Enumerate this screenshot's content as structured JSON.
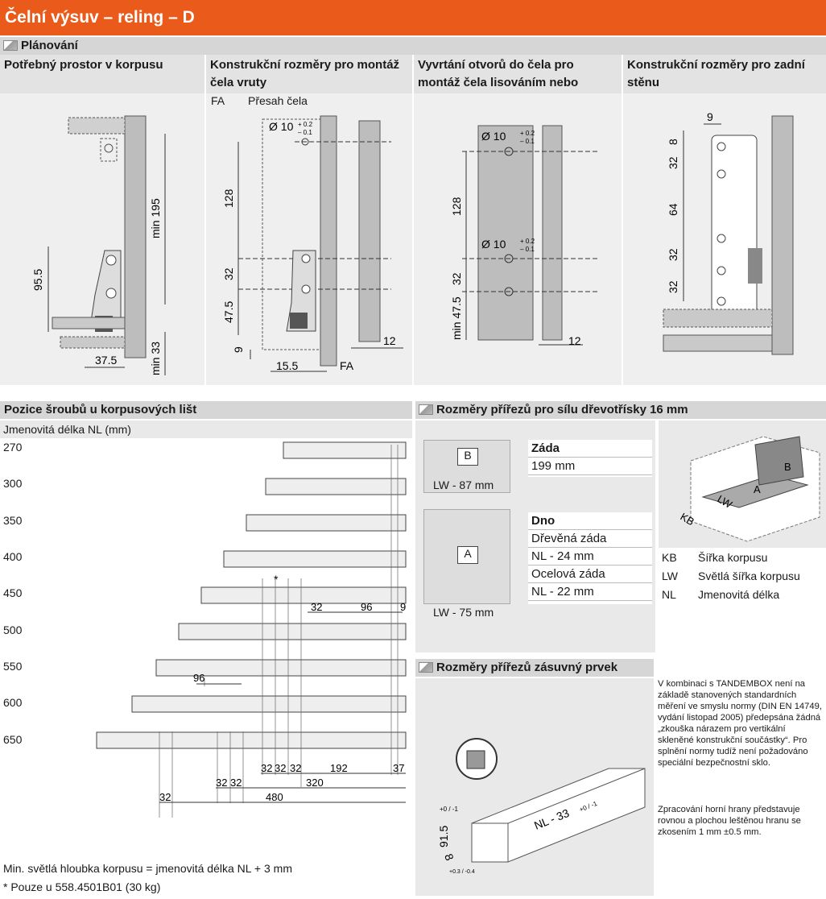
{
  "title": "Čelní výsuv – reling – D",
  "planning": {
    "heading": "Plánování",
    "columns": [
      {
        "heading": "Potřebný prostor v korpusu",
        "dims": [
          "min 195",
          "95.5",
          "37.5",
          "min 33"
        ]
      },
      {
        "heading": "Konstrukční rozměry pro montáž čela vruty",
        "sub_label": "FA",
        "sub_text": "Přesah čela",
        "dims": [
          "Ø 10",
          "+ 0.2",
          "– 0.1",
          "128",
          "32",
          "47.5",
          "9",
          "15.5",
          "FA",
          "12"
        ]
      },
      {
        "heading": "Vyvrtání otvorů do čela pro montáž čela lisováním nebo INSERTA",
        "dims": [
          "Ø 10",
          "+ 0.2",
          "– 0.1",
          "128",
          "Ø 10",
          "+ 0.2",
          "– 0.1",
          "32",
          "min 47.5",
          "12"
        ]
      },
      {
        "heading": "Konstrukční rozměry pro zadní stěnu",
        "dims": [
          "9",
          "8",
          "32",
          "64",
          "32",
          "32"
        ]
      }
    ]
  },
  "screw_positions": {
    "heading": "Pozice šroubů u korpusových lišt",
    "subheading": "Jmenovitá délka NL (mm)",
    "lengths": [
      "270",
      "300",
      "350",
      "400",
      "450",
      "500",
      "550",
      "600",
      "650"
    ],
    "star": "*",
    "dims": {
      "d32a": "32",
      "d96a": "96",
      "d9": "9",
      "d96b": "96",
      "d32b": "32",
      "d32c": "32",
      "d32d": "32",
      "d192": "192",
      "d37": "37",
      "d32e": "32",
      "d32f": "32",
      "d320": "320",
      "d32g": "32",
      "d480": "480"
    },
    "footnote1": "Min. světlá hloubka korpusu = jmenovitá délka NL + 3 mm",
    "footnote2": "* Pouze u 558.4501B01 (30 kg)"
  },
  "cutting": {
    "heading": "Rozměry přířezů pro sílu dřevotřísky 16 mm",
    "panel_b": {
      "letter": "B",
      "width": "LW - 87 mm",
      "name": "Záda",
      "value": "199 mm"
    },
    "panel_a": {
      "letter": "A",
      "width": "LW - 75 mm",
      "name": "Dno",
      "rows": [
        "Dřevěná záda",
        "NL - 24 mm",
        "Ocelová záda",
        "NL - 22 mm"
      ]
    },
    "iso_labels": {
      "b": "B",
      "a": "A",
      "lw": "LW",
      "kb": "KB"
    },
    "legend": [
      {
        "key": "KB",
        "text": "Šířka korpusu"
      },
      {
        "key": "LW",
        "text": "Světlá šířka korpusu"
      },
      {
        "key": "NL",
        "text": "Jmenovitá délka"
      }
    ]
  },
  "insert": {
    "heading": "Rozměry přířezů zásuvný prvek",
    "dim_h": "91.5",
    "dim_h_tol": "+0 / -1",
    "dim_l": "NL - 33",
    "dim_l_tol": "+0 / -1",
    "dim_t": "8",
    "dim_t_tol": "+0.3 / -0.4",
    "note1": "V kombinaci s TANDEMBOX není na základě stanovených standardních měření ve smyslu normy (DIN EN 14749, vydání listopad 2005) předepsána žádná „zkouška nárazem pro vertikální skleněné konstrukční součástky“. Pro splnění normy tudíž není požadováno speciální bezpečnostní sklo.",
    "note2": "Zpracování horní hrany představuje rovnou a plochou leštěnou hranu se zkosením 1 mm ±0.5 mm."
  }
}
